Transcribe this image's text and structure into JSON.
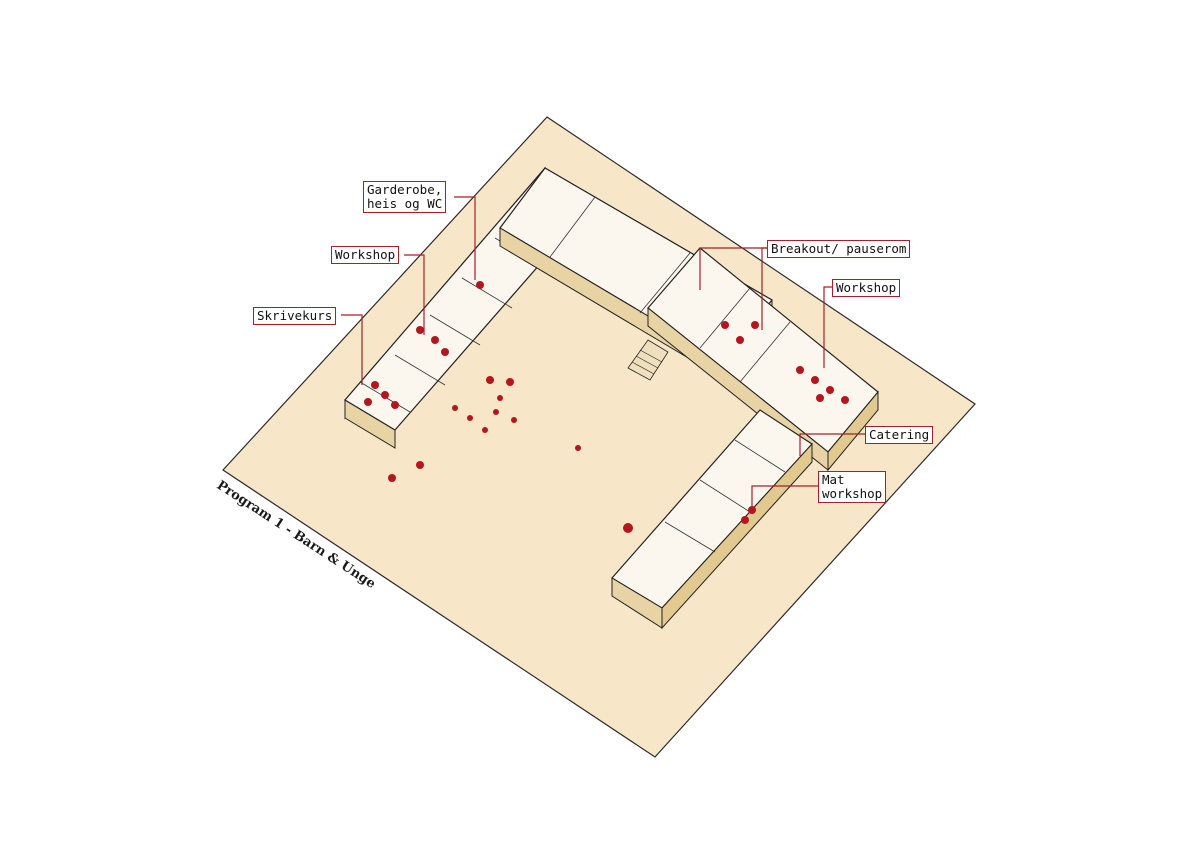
{
  "caption": "Program 1 - Barn & Unge",
  "labels": {
    "garderobe": "Garderobe,\nheis og WC",
    "workshop_left": "Workshop",
    "skrivekurs": "Skrivekurs",
    "breakout": "Breakout/ pauserom",
    "workshop_right": "Workshop",
    "catering": "Catering",
    "mat_workshop": "Mat\nworkshop"
  },
  "colors": {
    "ground": "#f8e6c9",
    "building_wall": "#e8d3a4",
    "building_floor": "#fbf7ee",
    "people": "#b5161e",
    "outline": "#222222",
    "label_border": "#a3212a"
  }
}
